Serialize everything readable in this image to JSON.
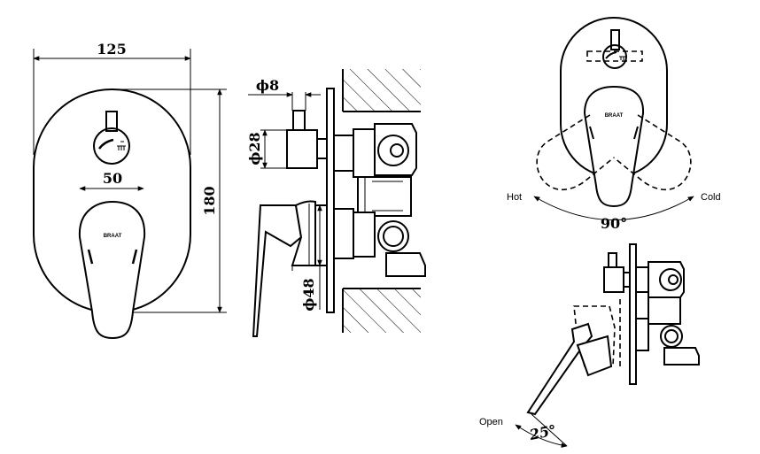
{
  "front_view": {
    "width_dim": "125",
    "height_dim": "180",
    "handle_dim": "50",
    "brand": "BRAAT"
  },
  "side_view": {
    "spindle_dim": "ϕ8",
    "knob_dim": "ϕ28",
    "outlet_dim": "ϕ48"
  },
  "rotation_view": {
    "brand": "BRAAT",
    "hot_label": "Hot",
    "cold_label": "Cold",
    "angle": "90°"
  },
  "tilt_view": {
    "open_label": "Open",
    "angle": "25°"
  }
}
